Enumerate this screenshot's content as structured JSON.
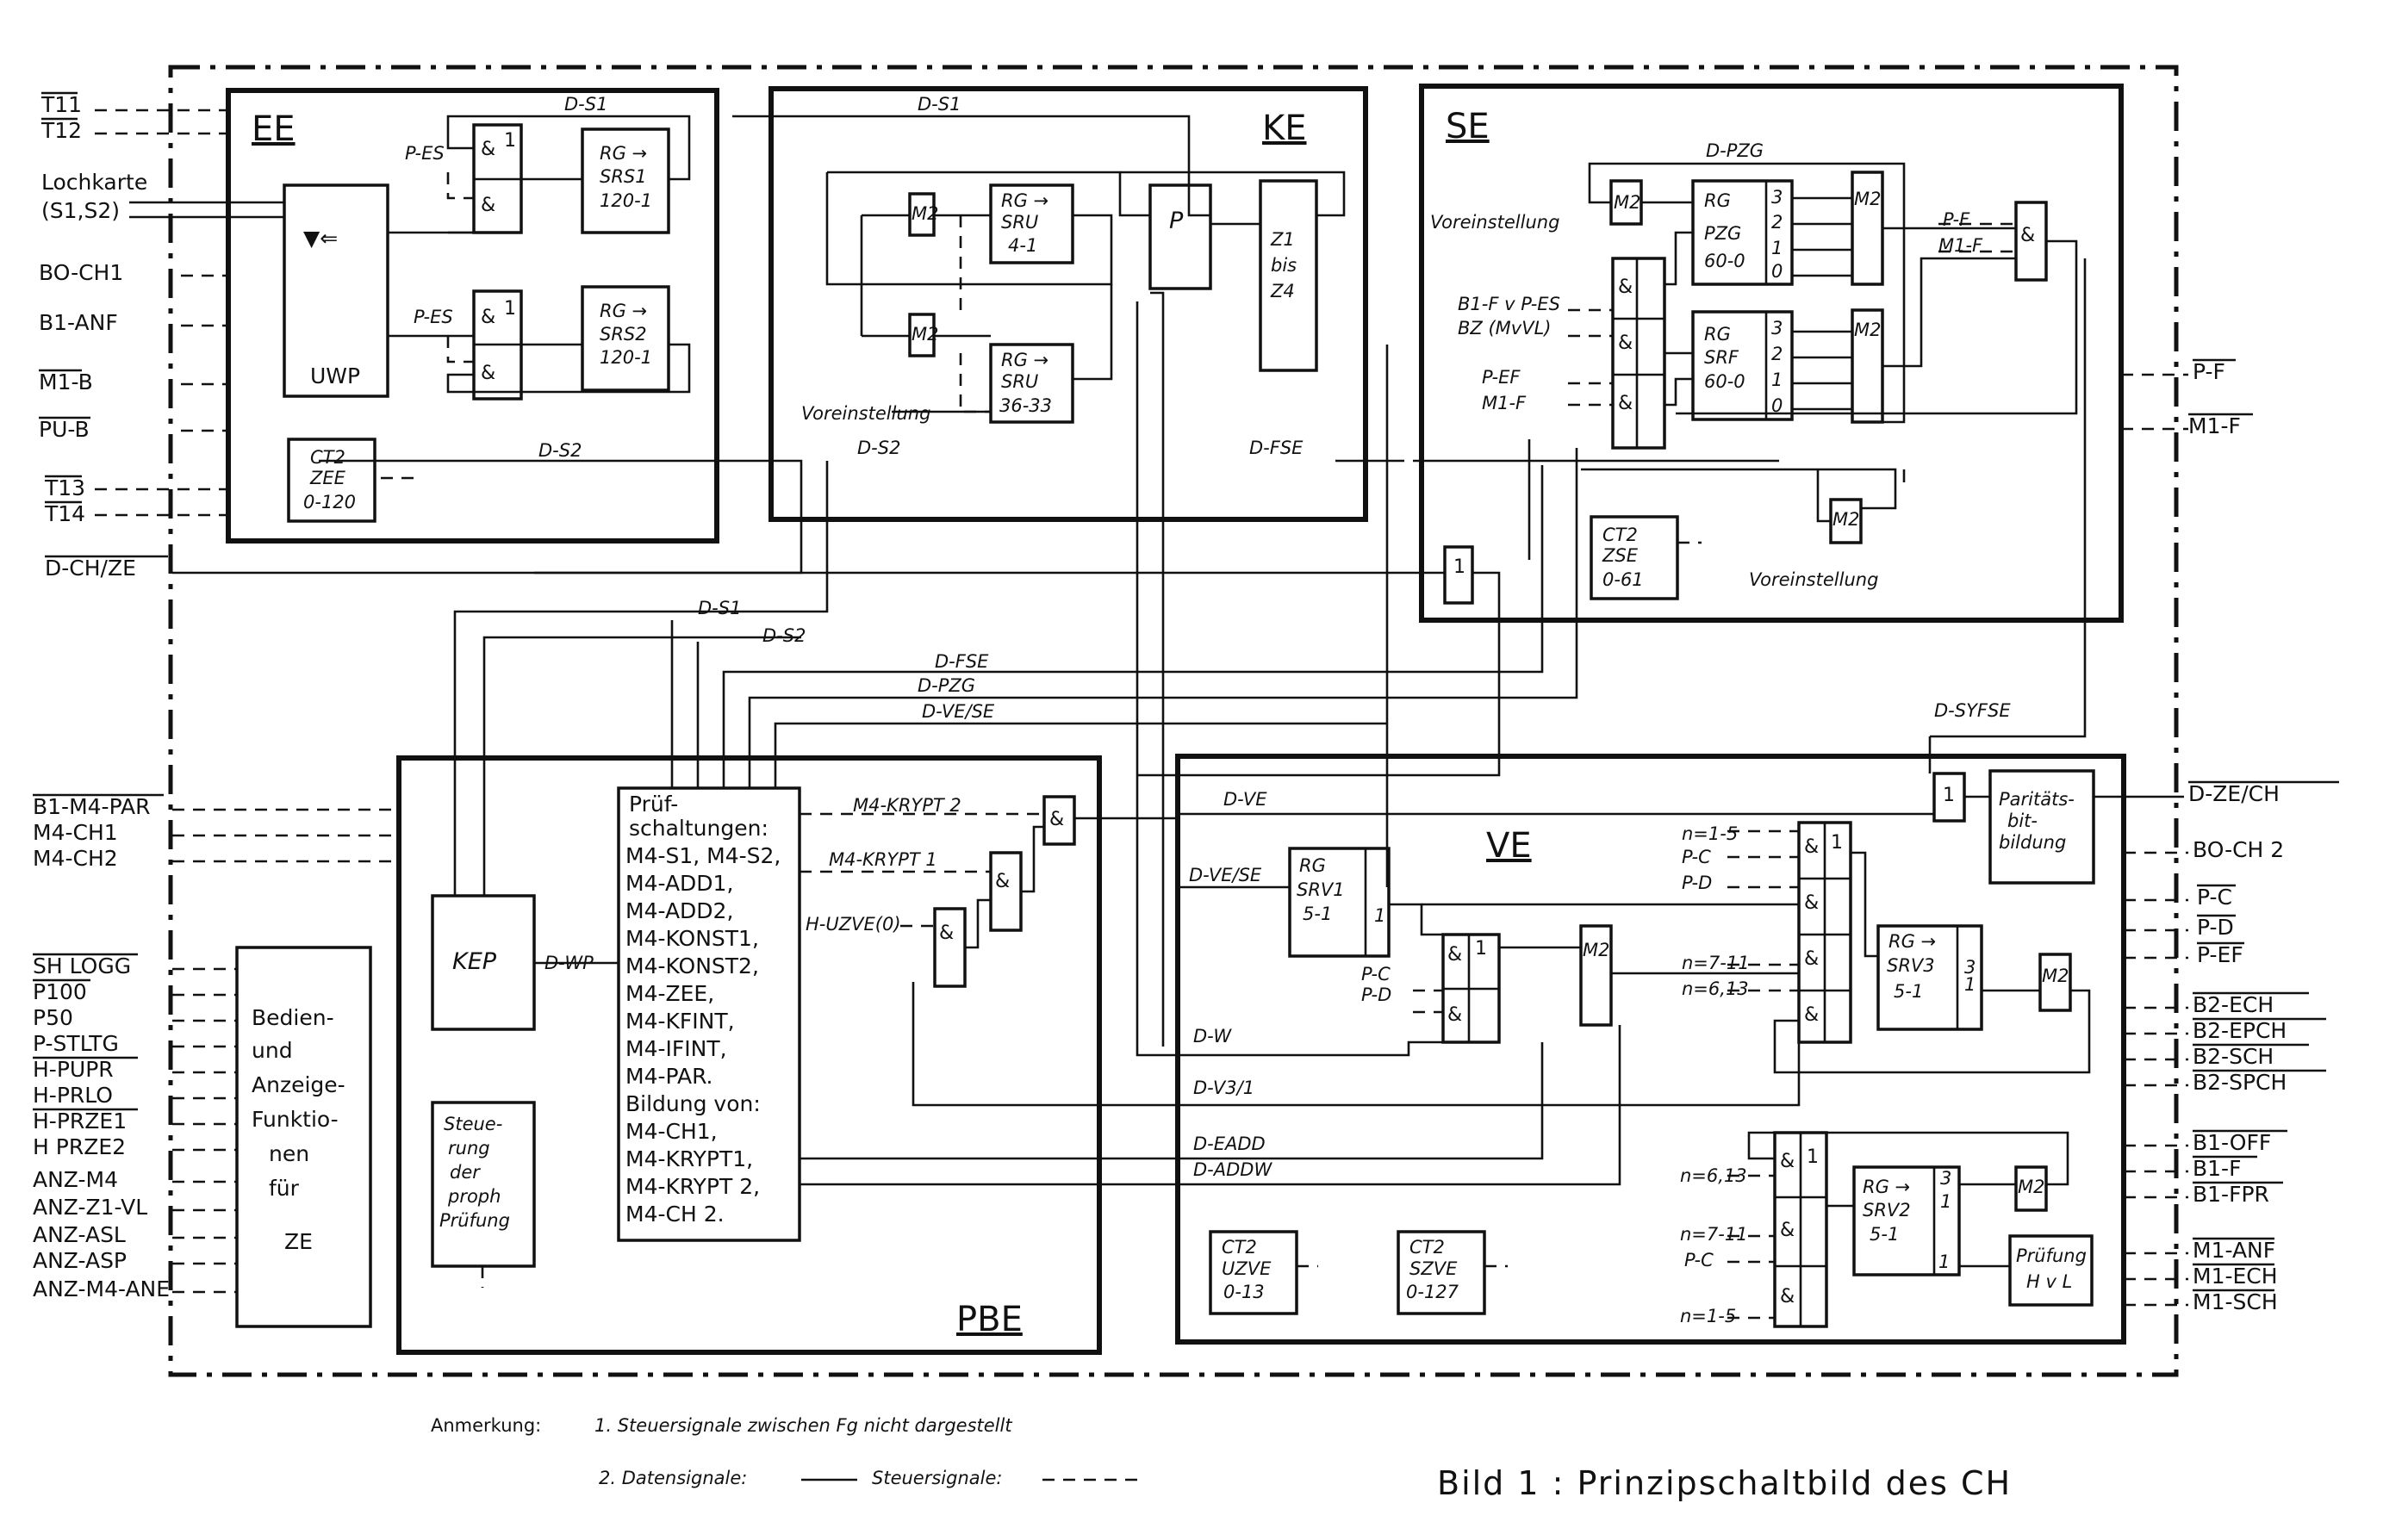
{
  "figure": {
    "caption": "Bild 1 :  Prinzipschaltbild des CH",
    "note_prefix": "Anmerkung:",
    "note_1": "1. Steuersignale zwischen Fg nicht dargestellt",
    "note_2_data": "2. Datensignale:",
    "note_2_ctrl": "Steuersignale:"
  },
  "blocks": {
    "ee": "EE",
    "ke": "KE",
    "se": "SE",
    "pbe": "PBE",
    "ve": "VE"
  },
  "left_pins": [
    "T11",
    "T12",
    "BO-CH1",
    "B1-ANF",
    "M1-B",
    "PU-B",
    "T13",
    "T14",
    "D-CH/ZE",
    "B1-M4-PAR",
    "M4-CH1",
    "M4-CH2",
    "SH LOGG",
    "P100",
    "P50",
    "P-STLTG",
    "H-PUPR",
    "H-PRLO",
    "H-PRZE1",
    "H PRZE2",
    "ANZ-M4",
    "ANZ-Z1-VL",
    "ANZ-ASL",
    "ANZ-ASP",
    "ANZ-M4-ANE"
  ],
  "lochkarte": [
    "Lochkarte",
    "(S1,S2)"
  ],
  "right_pins": [
    "P-F",
    "M1-F",
    "D-ZE/CH",
    "BO-CH 2",
    "P-C",
    "P-D",
    "P-EF",
    "B2-ECH",
    "B2-EPCH",
    "B2-SCH",
    "B2-SPCH",
    "B1-OFF",
    "B1-F",
    "B1-FPR",
    "M1-ANF",
    "M1-ECH",
    "M1-SCH"
  ],
  "ee_parts": {
    "uwp": "UWP",
    "p_es": "P-ES",
    "rg1": [
      "RG →",
      "SRS1",
      "120-1"
    ],
    "rg2": [
      "RG →",
      "SRS2",
      "120-1"
    ],
    "ct": [
      "CT2",
      "ZEE",
      "0-120"
    ]
  },
  "ke_parts": {
    "rg_a": [
      "RG →",
      "SRU",
      "4-1"
    ],
    "rg_b": [
      "RG →",
      "SRU",
      "36-33"
    ],
    "p": "P",
    "z": [
      "Z1",
      "bis",
      "Z4"
    ],
    "voreinst": "Voreinstellung",
    "m2": "M2"
  },
  "se_parts": {
    "pzg": [
      "RG",
      "PZG",
      "60-0"
    ],
    "srf": [
      "RG",
      "SRF",
      "60-0"
    ],
    "bits": [
      "3",
      "2",
      "1",
      "0"
    ],
    "ct": [
      "CT2",
      "ZSE",
      "0-61"
    ],
    "voreinst_top": "Voreinstellung",
    "voreinst_bottom": "Voreinstellung",
    "inputs": [
      "B1-F v P-ES",
      "BZ (MvVL)",
      "P-EF",
      "M1-F"
    ],
    "out_pf": "P-F",
    "out_m1f": "M1-F"
  },
  "signals": {
    "d_s1": "D-S1",
    "d_s2": "D-S2",
    "d_fse": "D-FSE",
    "d_pzg": "D-PZG",
    "d_ve_se": "D-VE/SE",
    "d_syfse": "D-SYFSE",
    "d_wp": "D-WP",
    "d_ve": "D-VE",
    "d_w": "D-W",
    "d_v31": "D-V3/1",
    "d_eadd": "D-EADD",
    "d_addw": "D-ADDW",
    "m4_krypt2": "M4-KRYPT 2",
    "m4_krypt1": "M4-KRYPT 1",
    "h_uzve": "H-UZVE(0)"
  },
  "pbe_parts": {
    "kep": "KEP",
    "steuerung": [
      "Steue-",
      "rung",
      "der",
      "proph",
      "Prüfung"
    ],
    "bedien": [
      "Bedien-",
      "und",
      "Anzeige-",
      "Funktio-",
      "nen",
      "für",
      "ZE"
    ],
    "pruef": [
      "Prüf-",
      "schaltungen:",
      "M4-S1, M4-S2,",
      "M4-ADD1,",
      "M4-ADD2,",
      "M4-KONST1,",
      "M4-KONST2,",
      "M4-ZEE,",
      "M4-KFINT,",
      "M4-IFINT,",
      "M4-PAR.",
      "Bildung von:",
      "M4-CH1,",
      "M4-KRYPT1,",
      "M4-KRYPT 2,",
      "M4-CH 2."
    ]
  },
  "ve_parts": {
    "srv1": [
      "RG",
      "SRV1",
      "5-1"
    ],
    "srv3": [
      "RG →",
      "SRV3",
      "5-1"
    ],
    "srv2": [
      "RG →",
      "SRV2",
      "5-1"
    ],
    "paritaet": [
      "Paritäts-",
      "bit-",
      "bildung"
    ],
    "pruefung": [
      "Prüfung",
      "H v L"
    ],
    "ct_uzve": [
      "CT2",
      "UZVE",
      "0-13"
    ],
    "ct_szve": [
      "CT2",
      "SZVE",
      "0-127"
    ],
    "n_labels": [
      "n=1-5",
      "P-C",
      "P-D",
      "n=7-11",
      "n=6,13",
      "n=6,13",
      "n=7-11",
      "P-C",
      "n=1-5"
    ],
    "pc_pd": [
      "P-C",
      "P-D"
    ]
  }
}
